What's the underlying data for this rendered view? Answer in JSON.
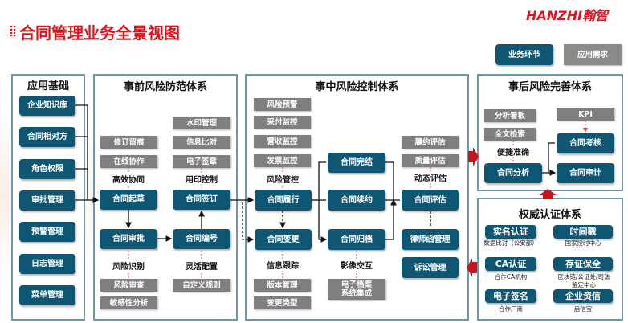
{
  "header": {
    "title": "合同管理业务全景视图",
    "logo": "HANZHI翰智",
    "tabs": [
      "业务环节",
      "应用需求"
    ]
  },
  "colors": {
    "accent": "#e0141e",
    "box": "#0f5672",
    "gray": "#7f7f7f",
    "border": "#6a9aab"
  },
  "foundation": {
    "title": "应用基础",
    "items": [
      "企业知识库",
      "合同相对方",
      "角色权限",
      "审批管理",
      "预警管理",
      "日志管理",
      "菜单管理"
    ]
  },
  "pre": {
    "title": "事前风险防范体系",
    "gray_left": [
      "修订留痕",
      "在线协作"
    ],
    "label_collab": "高效协同",
    "draft": "合同起草",
    "approve": "合同审批",
    "label_risk": "风险识别",
    "gray_left_bottom": [
      "风险审查",
      "敏感性分析"
    ],
    "gray_right": [
      "水印管理",
      "信息比对",
      "电子签章"
    ],
    "label_seal": "用印控制",
    "sign": "合同签订",
    "number": "合同编号",
    "label_config": "灵活配置",
    "custom_rule": "自定义规则"
  },
  "mid": {
    "title": "事中风险控制体系",
    "gray_left": [
      "风险预警",
      "采付监控",
      "营收监控",
      "发票监控"
    ],
    "label_control": "风险管控",
    "perform": "合同履行",
    "change": "合同变更",
    "label_track": "信息跟踪",
    "gray_left_bottom": [
      "版本管理",
      "变更类型"
    ],
    "finish": "合同完结",
    "renew": "合同续约",
    "archive": "合同归档",
    "label_image": "影像交互",
    "earchive": "电子档案\n系统集成",
    "gray_right": [
      "履约评估",
      "质量评估"
    ],
    "label_eval": "动态评估",
    "evaluate": "合同评估",
    "lawyer": "律师函管理",
    "litigation": "诉讼管理"
  },
  "post": {
    "title": "事后风险完善体系",
    "gray_left": [
      "分析看板",
      "全文检索"
    ],
    "label_quick": "便捷准确",
    "analysis": "合同分析",
    "kpi": "KPI",
    "assess": "合同考核",
    "audit": "合同审计"
  },
  "auth": {
    "title": "权威认证体系",
    "items": [
      {
        "name": "实名认证",
        "sub": "数据比对（公安部）"
      },
      {
        "name": "时间戳",
        "sub": "国家授时中心"
      },
      {
        "name": "CA认证",
        "sub": "合作CA机构"
      },
      {
        "name": "存证保全",
        "sub": "区块链/公证处/司法鉴定中心"
      },
      {
        "name": "电子签名",
        "sub": "合作厂商"
      },
      {
        "name": "企业资信",
        "sub": "启信宝"
      }
    ]
  }
}
